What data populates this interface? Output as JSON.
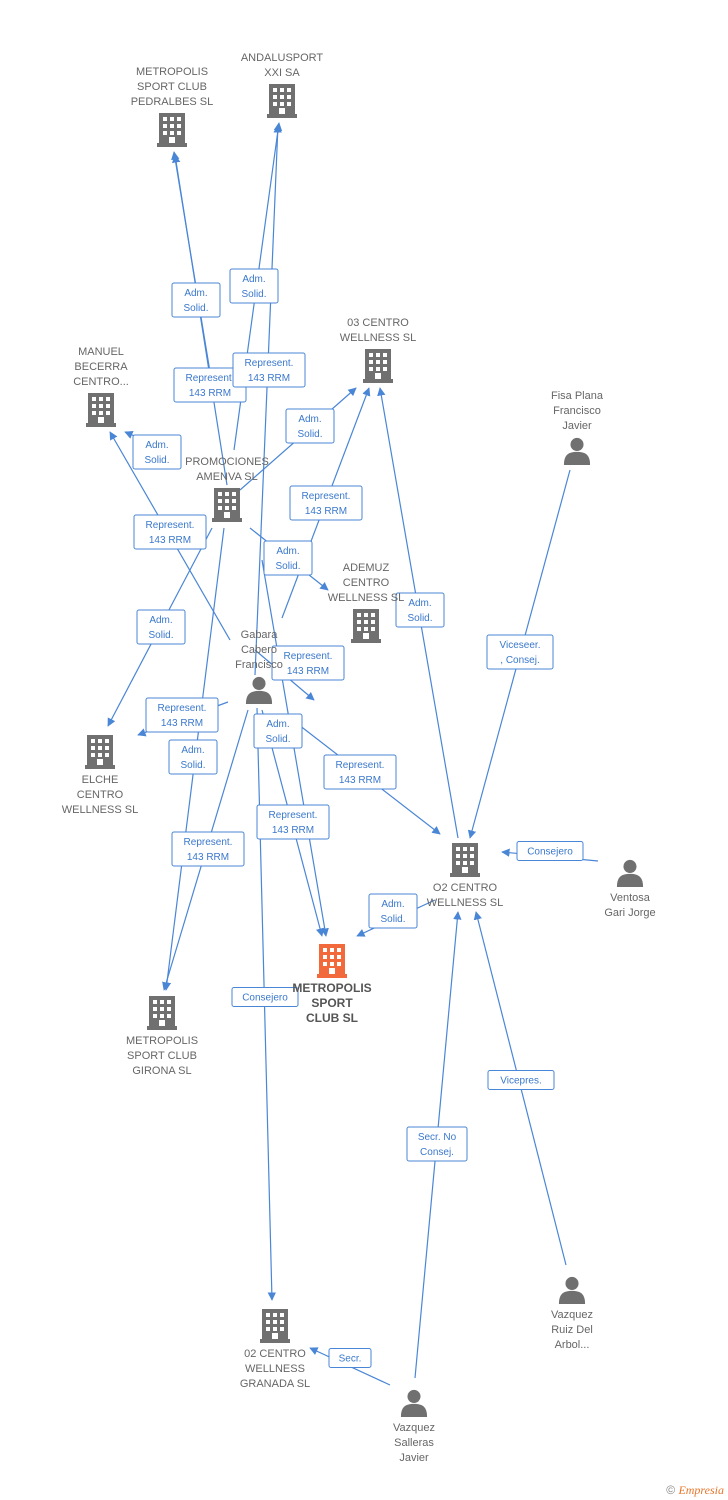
{
  "nodes": [
    {
      "id": "metropolis_pedralbes",
      "type": "company",
      "label": [
        "METROPOLIS",
        "SPORT CLUB",
        "PEDRALBES SL"
      ]
    },
    {
      "id": "andalusport",
      "type": "company",
      "label": [
        "ANDALUSPORT",
        "XXI SA"
      ]
    },
    {
      "id": "o3_centro",
      "type": "company",
      "label": [
        "03 CENTRO",
        "WELLNESS SL"
      ]
    },
    {
      "id": "manuel_becerra",
      "type": "company",
      "label": [
        "MANUEL",
        "BECERRA",
        "CENTRO..."
      ]
    },
    {
      "id": "promociones_amenva",
      "type": "company",
      "label": [
        "PROMOCIONES",
        "AMENVA  SL"
      ]
    },
    {
      "id": "fisa_plana",
      "type": "person",
      "label": [
        "Fisa Plana",
        "Francisco",
        "Javier"
      ]
    },
    {
      "id": "ademuz",
      "type": "company",
      "label": [
        "ADEMUZ",
        "CENTRO",
        "WELLNESS SL"
      ]
    },
    {
      "id": "gabara",
      "type": "person",
      "label": [
        "Gabara",
        "Cabero",
        "Francisco"
      ]
    },
    {
      "id": "elche",
      "type": "company",
      "label": [
        "ELCHE",
        "CENTRO",
        "WELLNESS SL"
      ]
    },
    {
      "id": "o2_centro",
      "type": "company",
      "label": [
        "O2 CENTRO",
        "WELLNESS SL"
      ]
    },
    {
      "id": "ventosa",
      "type": "person",
      "label": [
        "Ventosa",
        "Gari Jorge"
      ]
    },
    {
      "id": "metropolis_main",
      "type": "company-main",
      "label": [
        "METROPOLIS",
        "SPORT",
        "CLUB SL"
      ]
    },
    {
      "id": "metropolis_girona",
      "type": "company",
      "label": [
        "METROPOLIS",
        "SPORT CLUB",
        "GIRONA SL"
      ]
    },
    {
      "id": "vazquez_ruiz",
      "type": "person",
      "label": [
        "Vazquez",
        "Ruiz Del",
        "Arbol..."
      ]
    },
    {
      "id": "o2_granada",
      "type": "company",
      "label": [
        "02 CENTRO",
        "WELLNESS",
        "GRANADA  SL"
      ]
    },
    {
      "id": "vazquez_salleras",
      "type": "person",
      "label": [
        "Vazquez",
        "Salleras",
        "Javier"
      ]
    }
  ],
  "edges": [
    {
      "label": [
        "Adm.",
        "Solid."
      ]
    },
    {
      "label": [
        "Adm.",
        "Solid."
      ]
    },
    {
      "label": [
        "Represent.",
        "143 RRM"
      ]
    },
    {
      "label": [
        "Represent.",
        "143 RRM"
      ]
    },
    {
      "label": [
        "Adm.",
        "Solid."
      ]
    },
    {
      "label": [
        "Adm.",
        "Solid."
      ]
    },
    {
      "label": [
        "Represent.",
        "143 RRM"
      ]
    },
    {
      "label": [
        "Represent.",
        "143 RRM"
      ]
    },
    {
      "label": [
        "Adm.",
        "Solid."
      ]
    },
    {
      "label": [
        "Adm.",
        "Solid."
      ]
    },
    {
      "label": [
        "Represent.",
        "143 RRM"
      ]
    },
    {
      "label": [
        "Viceseer.",
        ", Consej."
      ]
    },
    {
      "label": [
        "Adm.",
        "Solid."
      ]
    },
    {
      "label": [
        "Represent.",
        "143 RRM"
      ]
    },
    {
      "label": [
        "Adm.",
        "Solid."
      ]
    },
    {
      "label": [
        "Adm.",
        "Solid."
      ]
    },
    {
      "label": [
        "Represent.",
        "143 RRM"
      ]
    },
    {
      "label": [
        "Represent.",
        "143 RRM"
      ]
    },
    {
      "label": [
        "Represent.",
        "143 RRM"
      ]
    },
    {
      "label": [
        "Consejero"
      ]
    },
    {
      "label": [
        "Adm.",
        "Solid."
      ]
    },
    {
      "label": [
        "Consejero"
      ]
    },
    {
      "label": [
        "Vicepres."
      ]
    },
    {
      "label": [
        "Secr. No",
        "Consej."
      ]
    },
    {
      "label": [
        "Secr."
      ]
    }
  ],
  "colors": {
    "edge": "#4a86d6",
    "node": "#707070",
    "main_node": "#f26a3b"
  },
  "footer": {
    "copyright": "©",
    "brand": "Empresia"
  }
}
